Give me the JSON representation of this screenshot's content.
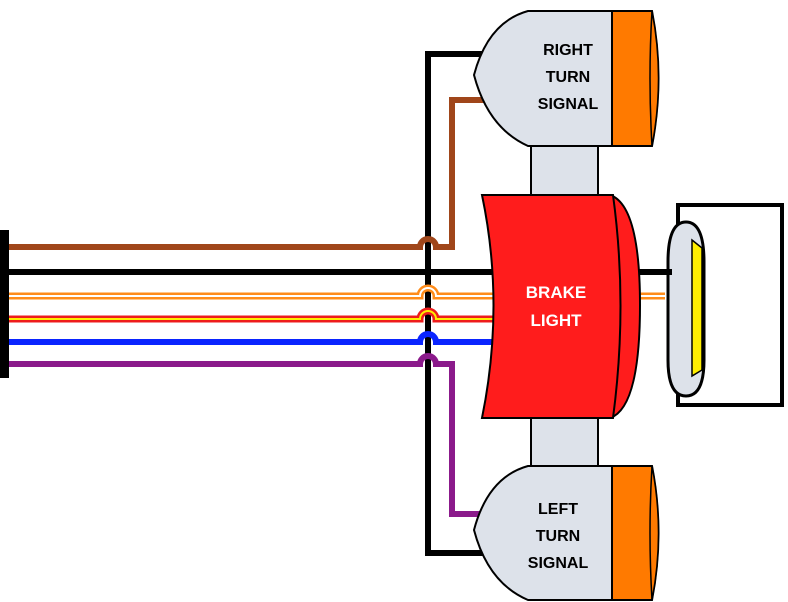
{
  "labels": {
    "right_turn_signal": [
      "RIGHT",
      "TURN",
      "SIGNAL"
    ],
    "left_turn_signal": [
      "LEFT",
      "TURN",
      "SIGNAL"
    ],
    "brake_light": [
      "BRAKE",
      "LIGHT"
    ]
  },
  "wire_colors": {
    "brown": "#a0461a",
    "black": "#000000",
    "orange_white": "#ff8c1a",
    "red_yellow": "#ee1c1c",
    "blue": "#0a24ff",
    "purple": "#8b1a8b"
  },
  "component_colors": {
    "lens_amber": "#ff7a00",
    "housing": "#dde2ea",
    "brake_red": "#ff1c1c",
    "plate_lens": "#ffee00"
  }
}
